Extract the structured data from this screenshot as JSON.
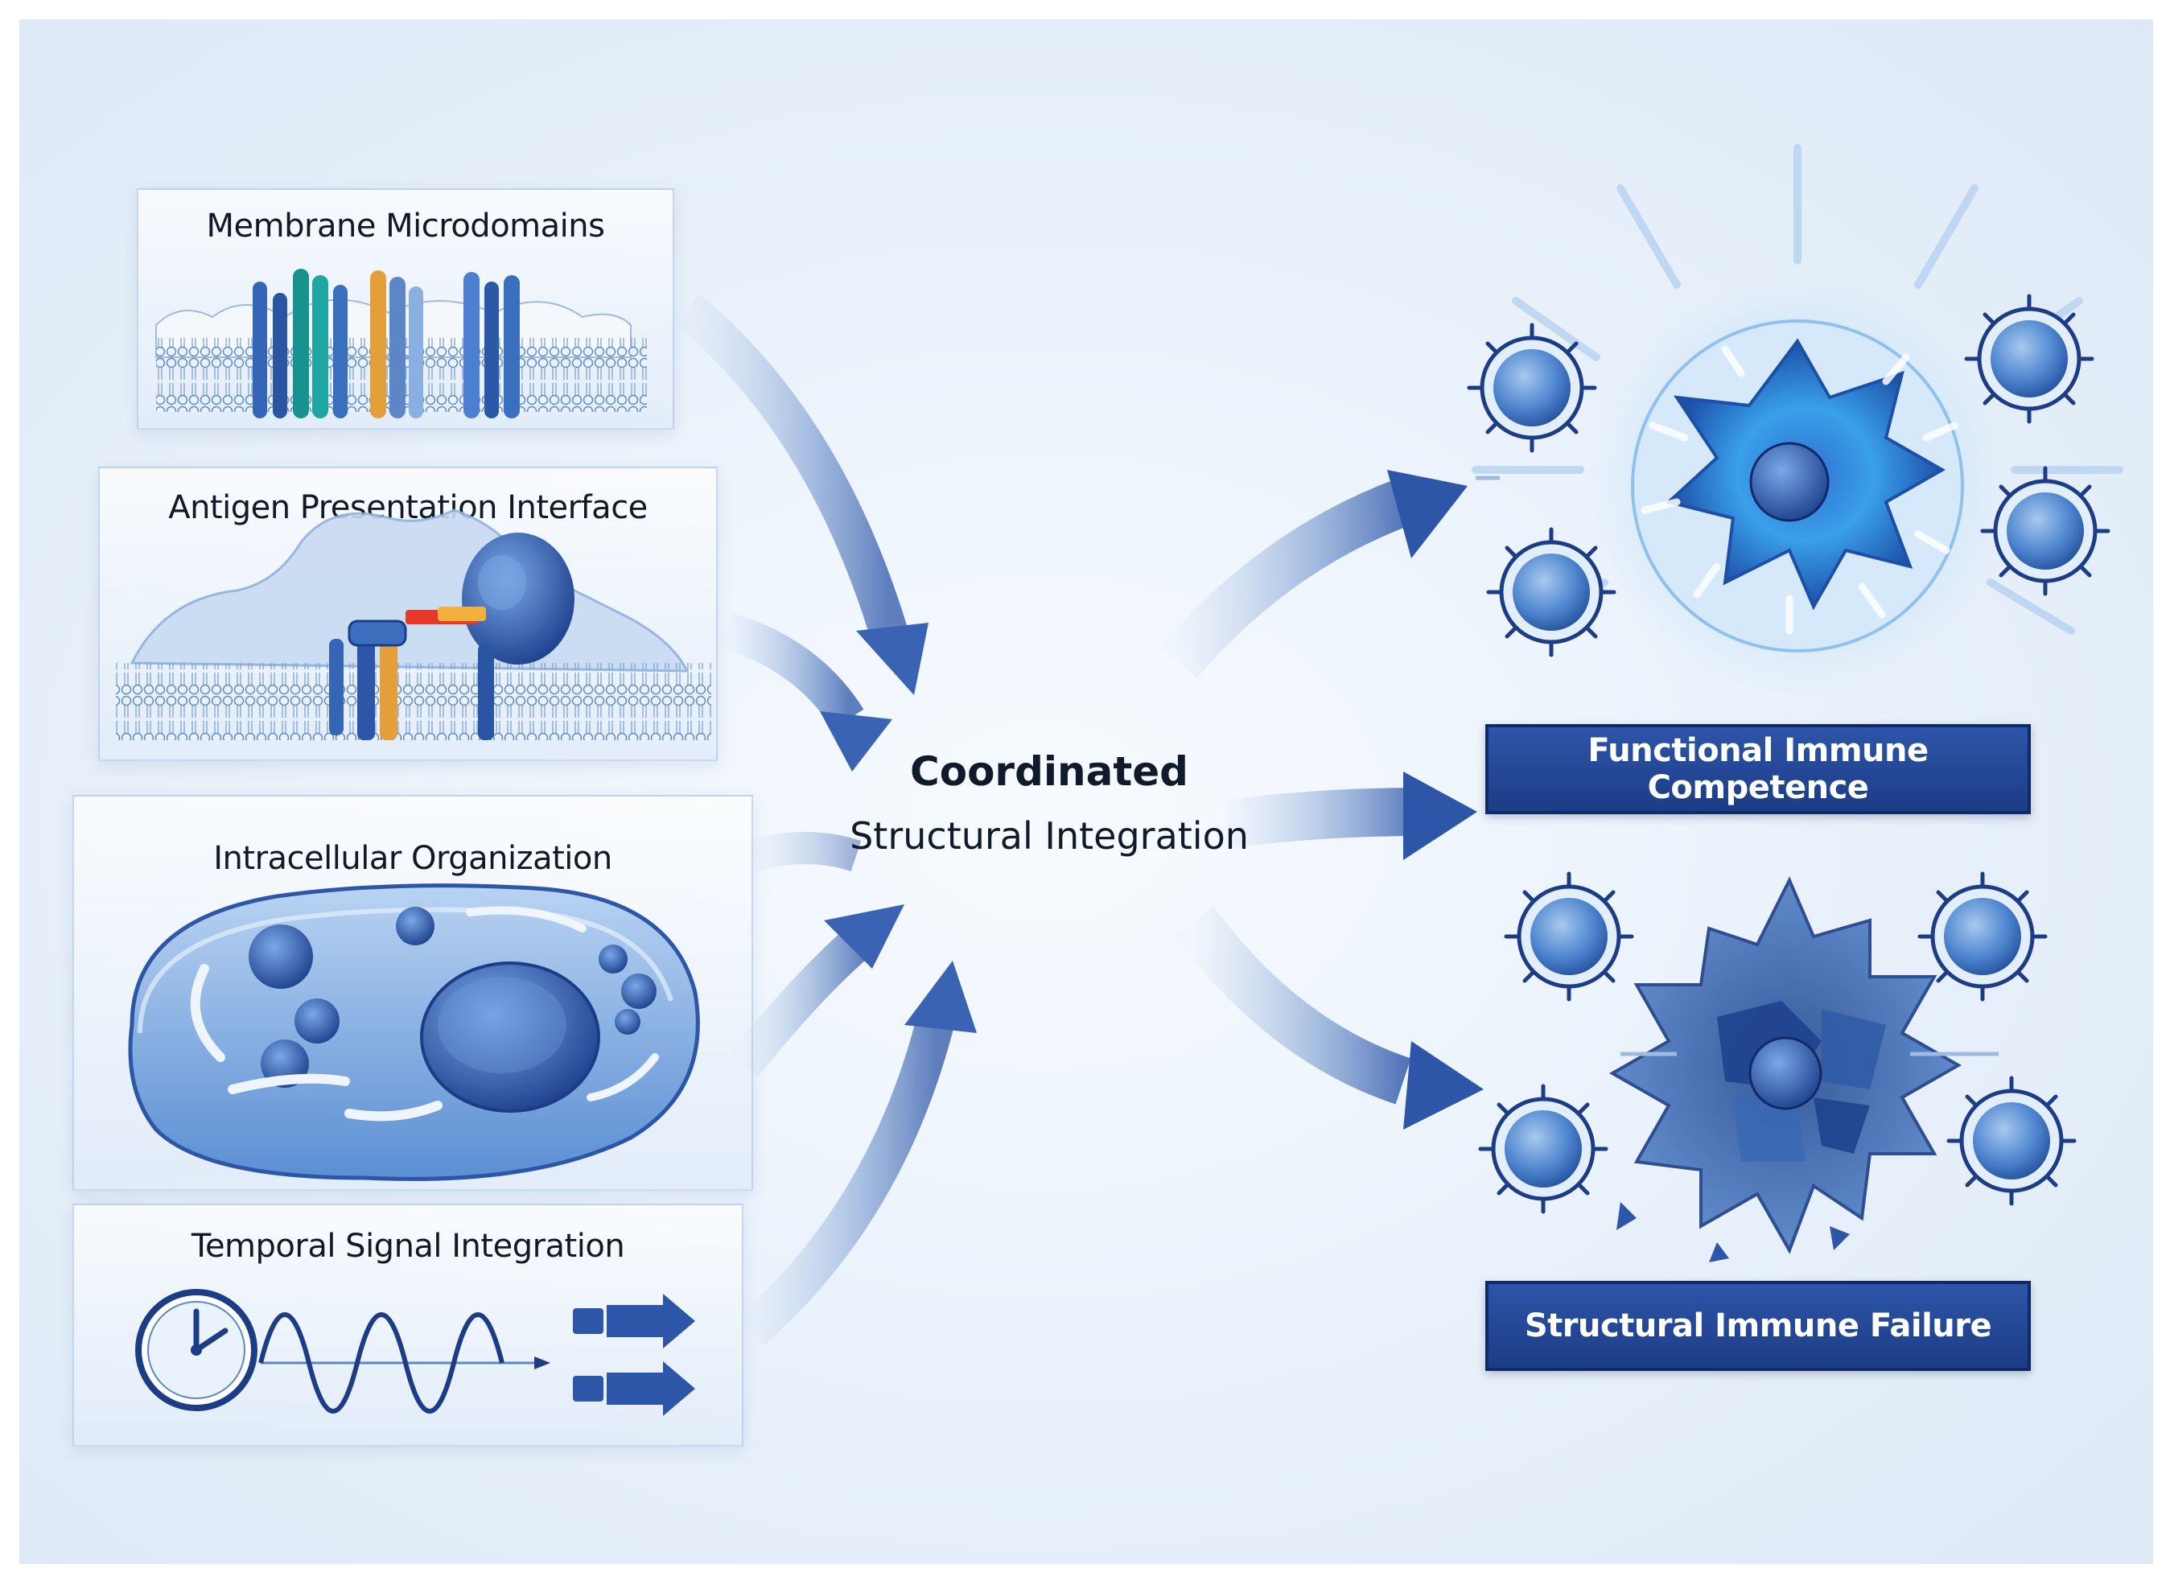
{
  "panels": [
    {
      "title": "Membrane Microdomains"
    },
    {
      "title": "Antigen Presentation Interface"
    },
    {
      "title": "Intracellular Organization"
    },
    {
      "title": "Temporal Signal Integration"
    }
  ],
  "center": {
    "line1": "Coordinated",
    "line2": "Structural Integration"
  },
  "outcomes": {
    "top": "Functional Immune Competence",
    "bottom": "Structural Immune Failure"
  },
  "colors": {
    "primary_blue": "#2d55a8",
    "dark_blue": "#1c3c86",
    "teal": "#1a9aa0",
    "orange": "#e39a2a",
    "background": "#eaf2fb"
  }
}
